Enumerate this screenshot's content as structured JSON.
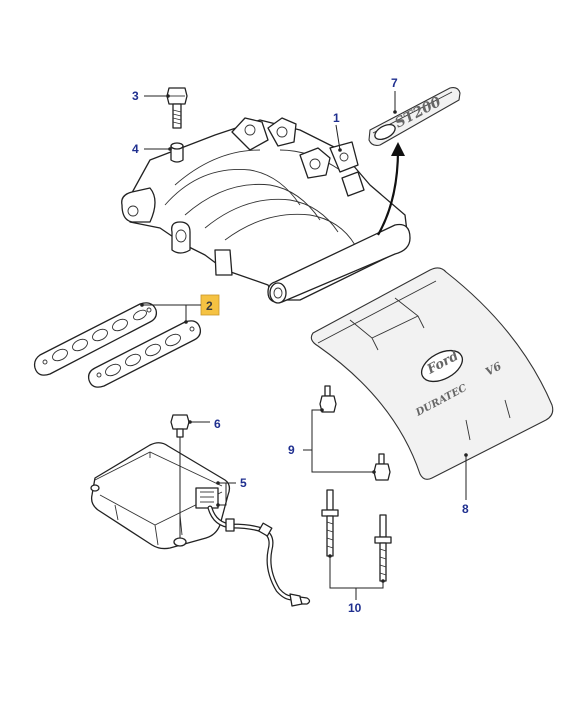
{
  "callouts": {
    "c1": "1",
    "c2": "2",
    "c3": "3",
    "c4": "4",
    "c5": "5",
    "c6": "6",
    "c7": "7",
    "c8": "8",
    "c9": "9",
    "c10": "10"
  },
  "highlight_color": "#f5c242",
  "callout_color": "#1f2f8f",
  "badge_text": "ST200",
  "cover_text": {
    "logo": "Ford",
    "name": "DURATEC",
    "engine": "V6"
  }
}
